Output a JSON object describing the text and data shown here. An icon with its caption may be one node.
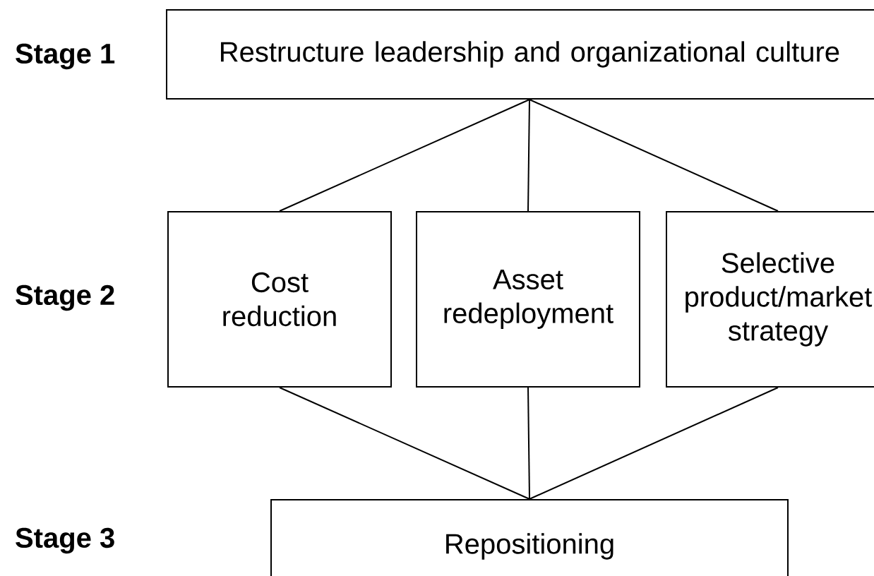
{
  "diagram": {
    "nodes": [
      {
        "text": [
          "Restructure leadership and organizational culture"
        ]
      },
      {
        "text": [
          "Cost reduction"
        ]
      },
      {
        "text": [
          "Asset redeployment"
        ]
      },
      {
        "text": [
          "Selective product/market strategy"
        ]
      },
      {
        "text": [
          "Repositioning"
        ]
      }
    ],
    "edges": [
      {
        "from": 0,
        "to": 1,
        "arrow": "none"
      },
      {
        "from": 0,
        "to": 2,
        "arrow": "none"
      },
      {
        "from": 0,
        "to": 3,
        "arrow": "none"
      },
      {
        "from": 1,
        "to": 4,
        "arrow": "none"
      },
      {
        "from": 2,
        "to": 4,
        "arrow": "none"
      },
      {
        "from": 3,
        "to": 4,
        "arrow": "none"
      }
    ],
    "labels": [
      "Stage 1",
      "Stage 2",
      "Stage 3"
    ]
  }
}
